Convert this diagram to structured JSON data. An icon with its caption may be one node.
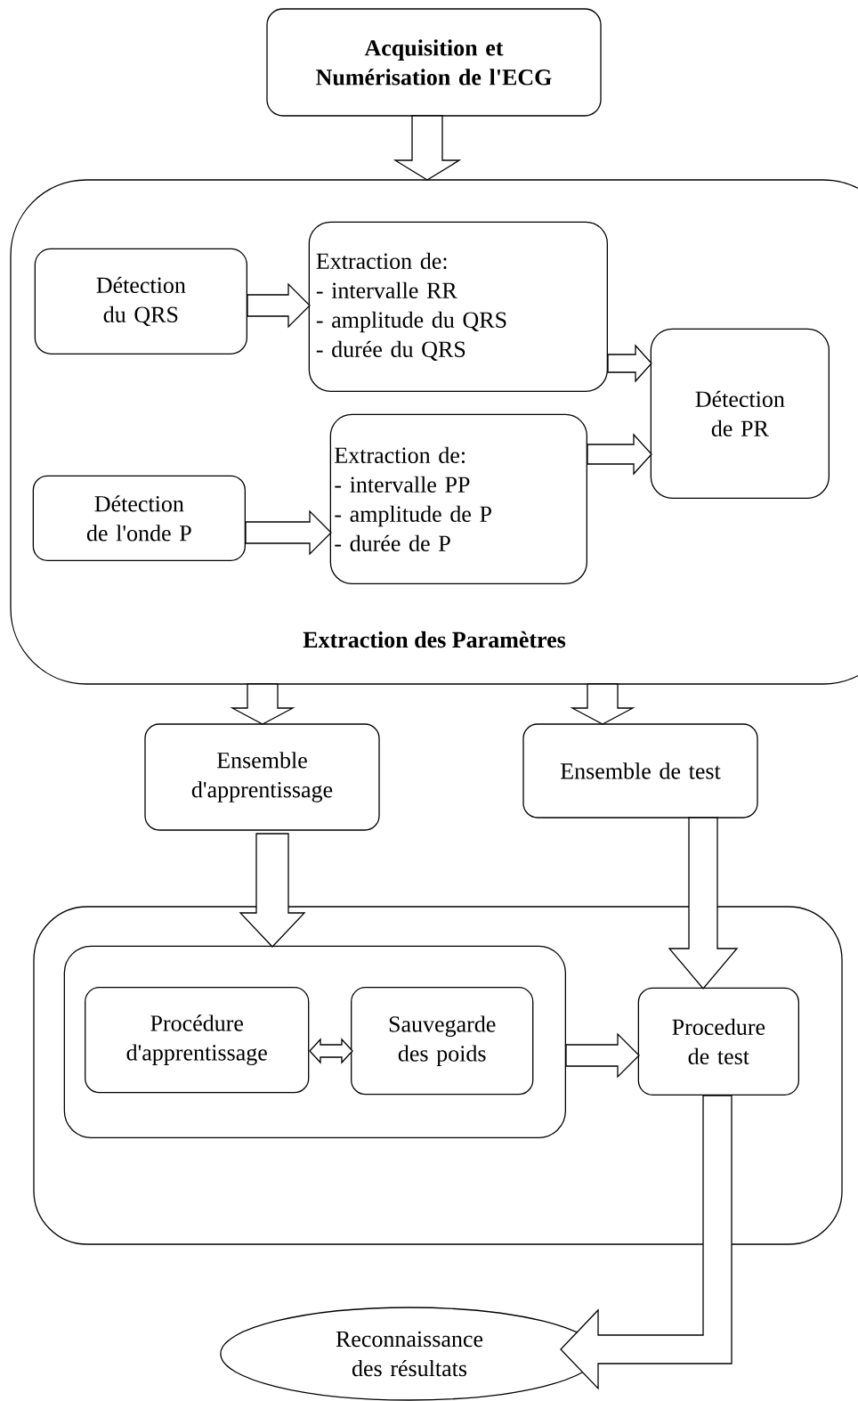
{
  "diagram": {
    "nodes": [
      {
        "text": [
          "Acquisition et Numérisation de l'ECG"
        ]
      },
      {
        "text": [
          "Extraction des Paramètres"
        ]
      },
      {
        "text": [
          "Détection du QRS"
        ],
        "in": 1
      },
      {
        "text": [
          "Extraction de:",
          "- intervalle RR",
          "- amplitude du QRS",
          "- durée du QRS"
        ],
        "in": 1
      },
      {
        "text": [
          "Détection de PR"
        ],
        "in": 1
      },
      {
        "text": [
          "Détection de l'onde P"
        ],
        "in": 1
      },
      {
        "text": [
          "Extraction de:",
          "- intervalle PP",
          "- amplitude de P",
          "- durée de P"
        ],
        "in": 1
      },
      {
        "text": [
          "Ensemble d'apprentissage"
        ]
      },
      {
        "text": [
          "Ensemble de test"
        ]
      },
      {
        "text": [],
        "shape": "box"
      },
      {
        "text": [],
        "shape": "box",
        "in": 9
      },
      {
        "text": [
          "Procédure d'apprentissage"
        ],
        "in": 10
      },
      {
        "text": [
          "Sauvegarde des poids"
        ],
        "in": 10
      },
      {
        "text": [
          "Procedure de test"
        ],
        "in": 9
      },
      {
        "text": [
          "Reconnaissance des résultats"
        ]
      }
    ],
    "edges": [
      {
        "from": 0,
        "to": 1,
        "arrow": "to"
      },
      {
        "from": 2,
        "to": 3,
        "arrow": "to"
      },
      {
        "from": 3,
        "to": 4,
        "arrow": "to"
      },
      {
        "from": 5,
        "to": 6,
        "arrow": "to"
      },
      {
        "from": 6,
        "to": 4,
        "arrow": "to"
      },
      {
        "from": 1,
        "to": 7,
        "arrow": "to"
      },
      {
        "from": 1,
        "to": 8,
        "arrow": "to"
      },
      {
        "from": 7,
        "to": 10,
        "arrow": "to"
      },
      {
        "from": 8,
        "to": 13,
        "arrow": "to"
      },
      {
        "from": 11,
        "to": 12,
        "arrow": "both"
      },
      {
        "from": 12,
        "to": 13,
        "arrow": "to"
      },
      {
        "from": 13,
        "to": 14,
        "arrow": "to"
      }
    ]
  }
}
